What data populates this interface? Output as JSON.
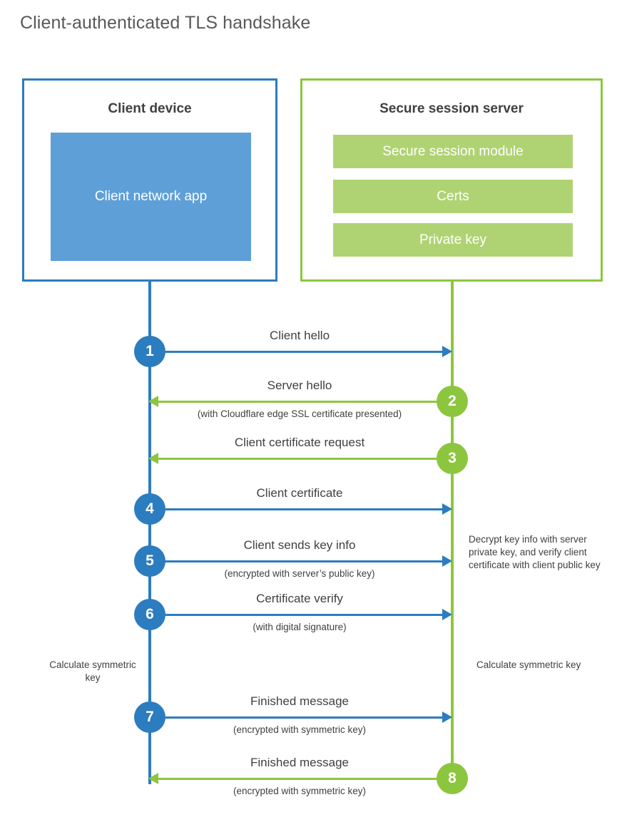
{
  "title": "Client-authenticated TLS handshake",
  "colors": {
    "client_blue": "#2c7cc0",
    "client_app_fill": "#5e9fd8",
    "server_green": "#8cc63e",
    "server_block_fill": "#afd373",
    "text": "#404041",
    "title_text": "#58595b"
  },
  "client": {
    "title": "Client device",
    "app_label": "Client network app"
  },
  "server": {
    "title": "Secure session server",
    "blocks": [
      {
        "label": "Secure session module"
      },
      {
        "label": "Certs"
      },
      {
        "label": "Private key"
      }
    ]
  },
  "notes": {
    "decrypt": "Decrypt key info with server private key, and verify client certificate with client public key",
    "calculate_symmetric_key_client": "Calculate symmetric key",
    "calculate_symmetric_key_server": "Calculate symmetric key"
  },
  "steps": [
    {
      "number": "1",
      "label": "Client hello",
      "sublabel": "",
      "direction": "client-to-server",
      "origin": "client"
    },
    {
      "number": "2",
      "label": "Server hello",
      "sublabel": "(with Cloudflare edge SSL certificate presented)",
      "direction": "server-to-client",
      "origin": "server"
    },
    {
      "number": "3",
      "label": "Client certificate request",
      "sublabel": "",
      "direction": "server-to-client",
      "origin": "server"
    },
    {
      "number": "4",
      "label": "Client certificate",
      "sublabel": "",
      "direction": "client-to-server",
      "origin": "client"
    },
    {
      "number": "5",
      "label": "Client sends key info",
      "sublabel": "(encrypted with server’s public key)",
      "direction": "client-to-server",
      "origin": "client"
    },
    {
      "number": "6",
      "label": "Certificate verify",
      "sublabel": "(with digital signature)",
      "direction": "client-to-server",
      "origin": "client"
    },
    {
      "number": "7",
      "label": "Finished message",
      "sublabel": "(encrypted with symmetric key)",
      "direction": "client-to-server",
      "origin": "client"
    },
    {
      "number": "8",
      "label": "Finished message",
      "sublabel": "(encrypted with symmetric key)",
      "direction": "server-to-client",
      "origin": "server"
    }
  ]
}
